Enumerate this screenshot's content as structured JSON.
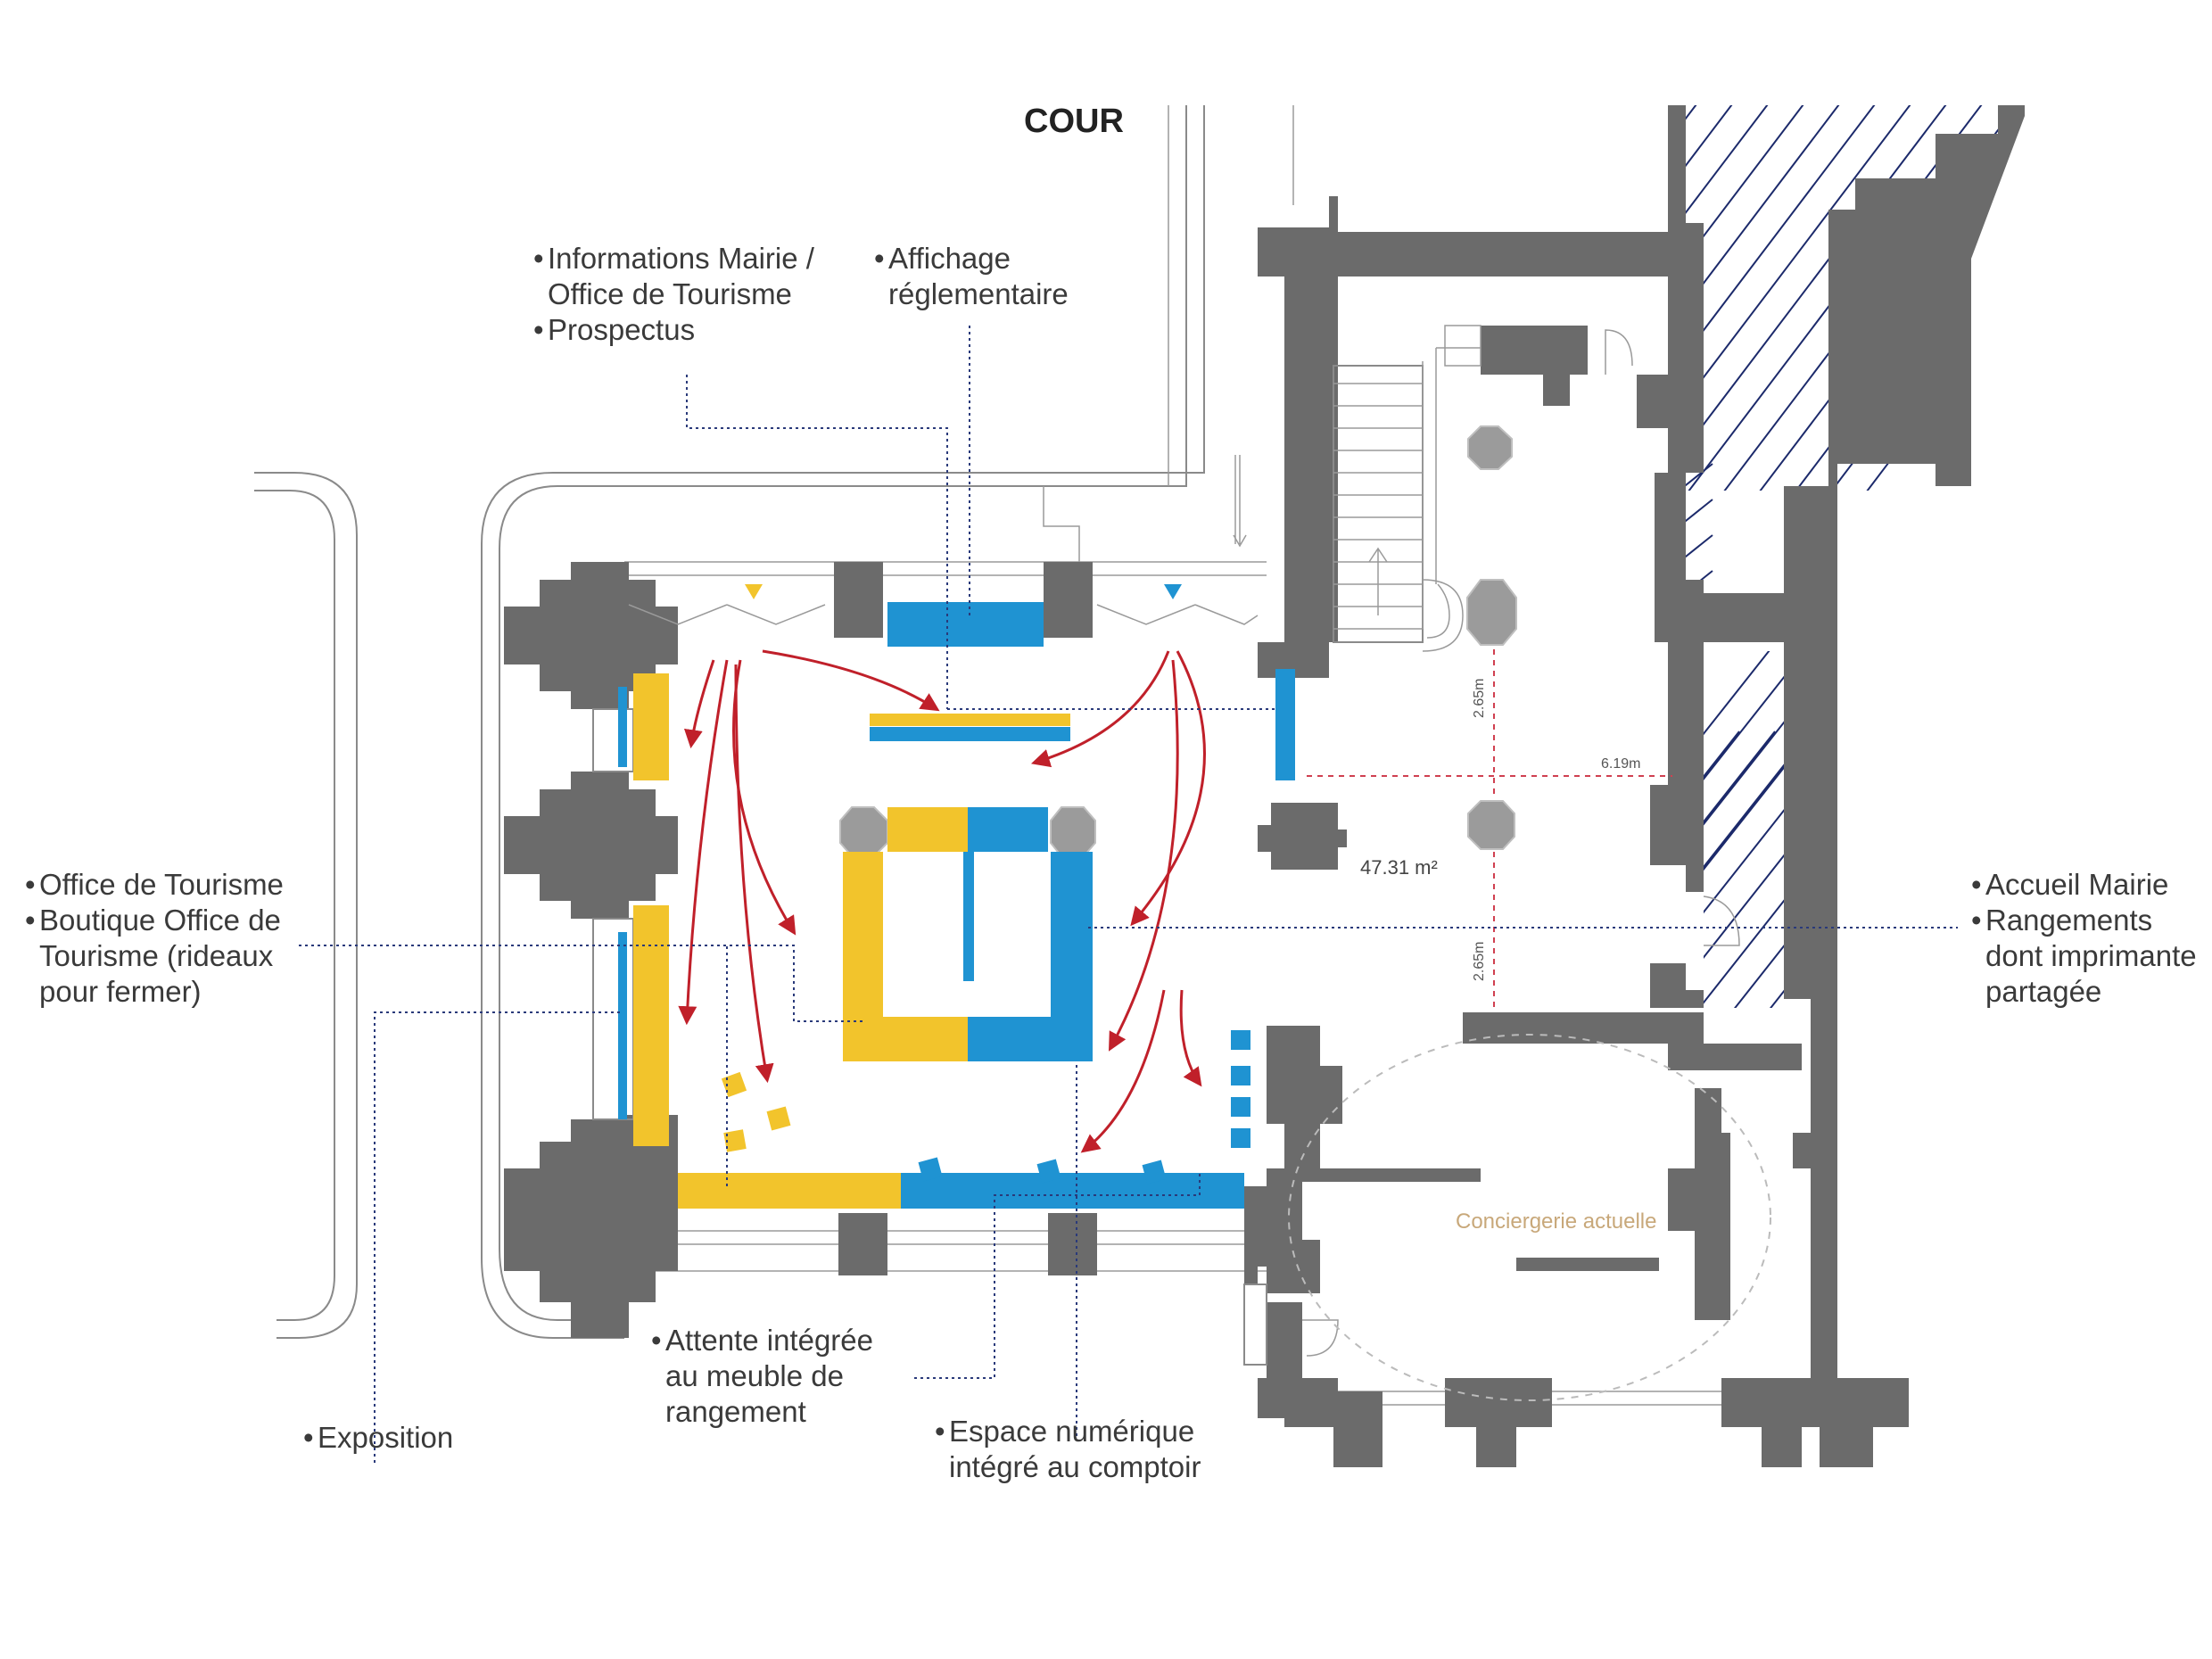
{
  "title": "COUR",
  "labels": {
    "info_mairie": [
      "Informations Mairie /",
      "Office de Tourisme",
      "Prospectus"
    ],
    "affichage": [
      "Affichage",
      "réglementaire"
    ],
    "office_tourisme": [
      "Office de Tourisme",
      "Boutique Office de",
      "Tourisme (rideaux",
      "pour fermer)"
    ],
    "accueil_mairie": [
      "Accueil Mairie",
      "Rangements",
      "dont imprimante",
      "partagée"
    ],
    "exposition": [
      "Exposition"
    ],
    "attente": [
      "Attente intégrée",
      "au meuble de",
      "rangement"
    ],
    "espace_numerique": [
      "Espace numérique",
      "intégré au comptoir"
    ]
  },
  "dimensions": {
    "width_top": "2.65m",
    "span": "6.19m",
    "width_bottom": "2.65m",
    "area": "47.31 m²"
  },
  "room_label": "Conciergerie actuelle",
  "colors": {
    "office_tourisme": "#f2c42c",
    "mairie": "#1f93d2",
    "walls": "#6b6b6b",
    "circulation": "#c0202a",
    "leaders": "#2a3a7a"
  }
}
